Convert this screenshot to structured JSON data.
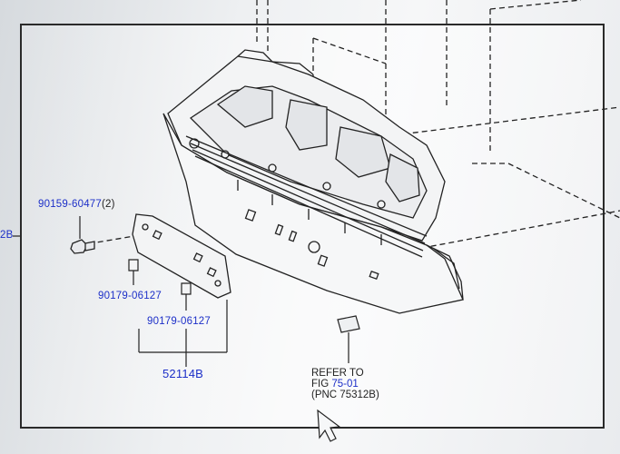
{
  "diagram": {
    "callouts": {
      "part_90159": {
        "number": "90159-60477",
        "qty": "(2)"
      },
      "part_90179_a": {
        "number": "90179-06127"
      },
      "part_90179_b": {
        "number": "90179-06127"
      },
      "part_52114b": {
        "number": "52114B"
      },
      "left_edge_label": {
        "number": "2B"
      }
    },
    "refer_note": {
      "line1": "REFER TO",
      "line2_prefix": "FIG ",
      "line2_link": "75-01",
      "line3": "(PNC 75312B)"
    }
  },
  "colors": {
    "link_blue": "#1c2fc8",
    "line": "#222222"
  }
}
